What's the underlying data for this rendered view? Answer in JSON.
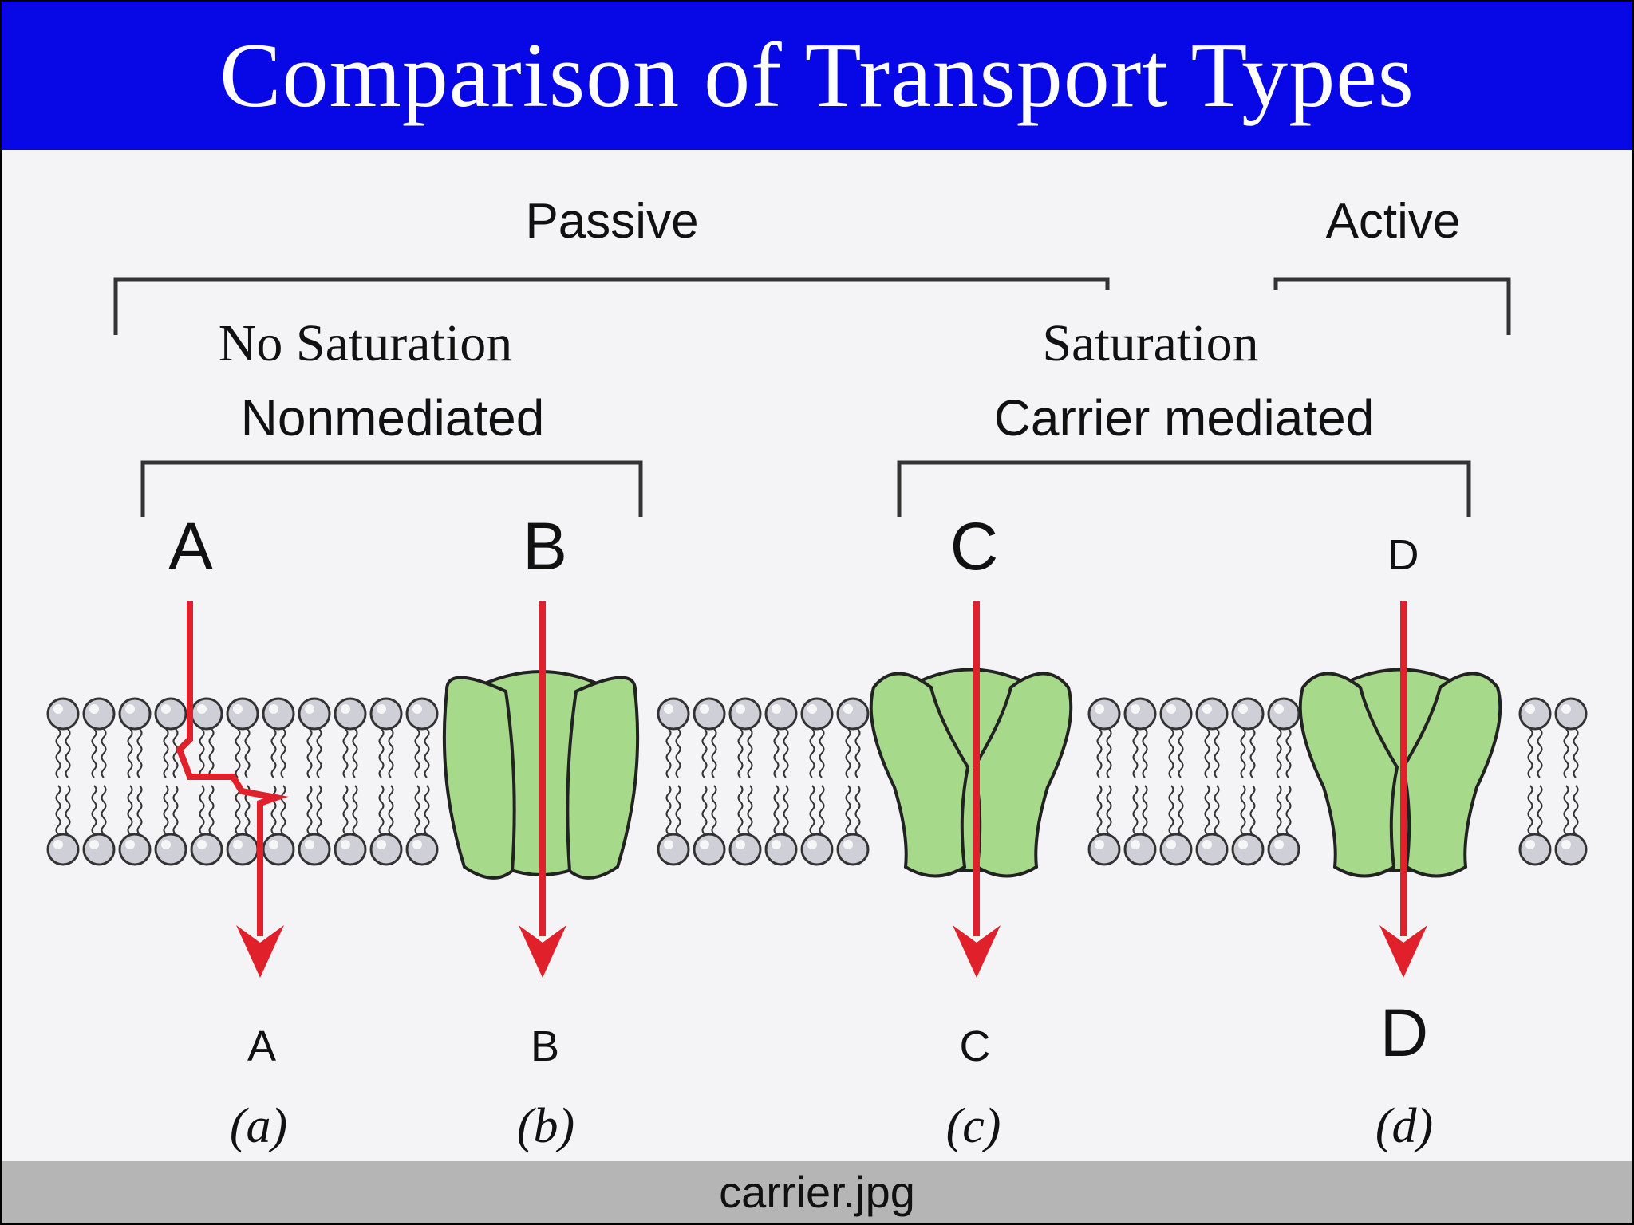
{
  "title": "Comparison of Transport Types",
  "caption": "carrier.jpg",
  "headers": {
    "passive": "Passive",
    "active": "Active",
    "no_saturation": "No Saturation",
    "nonmediated": "Nonmediated",
    "saturation": "Saturation",
    "carrier_mediated": "Carrier mediated"
  },
  "panels": [
    {
      "top_label": "A",
      "bottom_label": "A",
      "sub_label": "(a)",
      "path": "zigzag-through-bilayer"
    },
    {
      "top_label": "B",
      "bottom_label": "B",
      "sub_label": "(b)",
      "path": "through-channel-protein"
    },
    {
      "top_label": "C",
      "bottom_label": "C",
      "sub_label": "(c)",
      "path": "through-carrier-protein"
    },
    {
      "top_label": "D",
      "bottom_label": "D",
      "sub_label": "(d)",
      "path": "through-carrier-protein"
    }
  ],
  "colors": {
    "title_bar": "#0808e6",
    "arrow": "#e0202a",
    "protein": "#a6d98a",
    "lipid_head": "#cfcfd8",
    "caption_bar": "#b5b5b5"
  }
}
